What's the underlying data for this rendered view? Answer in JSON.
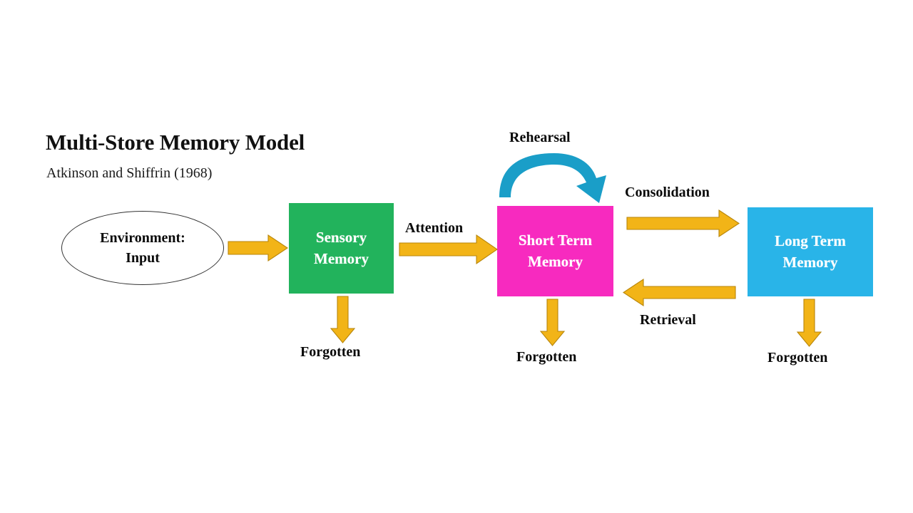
{
  "header": {
    "title": "Multi-Store Memory Model",
    "subtitle": "Atkinson and Shiffrin (1968)"
  },
  "nodes": {
    "environment": {
      "name": "environment-input",
      "line1": "Environment:",
      "line2": "Input",
      "shape": "ellipse",
      "fill": "#ffffff",
      "stroke": "#333333"
    },
    "sensory": {
      "name": "sensory-memory",
      "line1": "Sensory",
      "line2": "Memory",
      "shape": "rectangle",
      "fill": "#22B35C",
      "text_color": "#ffffff"
    },
    "short_term": {
      "name": "short-term-memory",
      "line1": "Short Term",
      "line2": "Memory",
      "shape": "rectangle",
      "fill": "#F72ABF",
      "text_color": "#ffffff"
    },
    "long_term": {
      "name": "long-term-memory",
      "line1": "Long Term",
      "line2": "Memory",
      "shape": "rectangle",
      "fill": "#29B4E8",
      "text_color": "#ffffff"
    }
  },
  "flow_labels": {
    "attention": "Attention",
    "rehearsal": "Rehearsal",
    "consolidation": "Consolidation",
    "retrieval": "Retrieval"
  },
  "forgotten_labels": {
    "from_sensory": "Forgotten",
    "from_short_term": "Forgotten",
    "from_long_term": "Forgotten"
  },
  "arrows": {
    "input_to_sensory": {
      "name": "arrow-input-to-sensory",
      "direction": "right",
      "color": "#F2B417"
    },
    "sensory_to_stm": {
      "name": "arrow-attention",
      "direction": "right",
      "color": "#F2B417"
    },
    "stm_to_ltm": {
      "name": "arrow-consolidation",
      "direction": "right",
      "color": "#F2B417"
    },
    "ltm_to_stm": {
      "name": "arrow-retrieval",
      "direction": "left",
      "color": "#F2B417"
    },
    "rehearsal_loop": {
      "name": "arrow-rehearsal-loop",
      "direction": "curved-right",
      "color": "#1A9EC8"
    },
    "sensory_forgotten": {
      "name": "arrow-sensory-forgotten",
      "direction": "down",
      "color": "#F2B417"
    },
    "stm_forgotten": {
      "name": "arrow-stm-forgotten",
      "direction": "down",
      "color": "#F2B417"
    },
    "ltm_forgotten": {
      "name": "arrow-ltm-forgotten",
      "direction": "down",
      "color": "#F2B417"
    }
  }
}
